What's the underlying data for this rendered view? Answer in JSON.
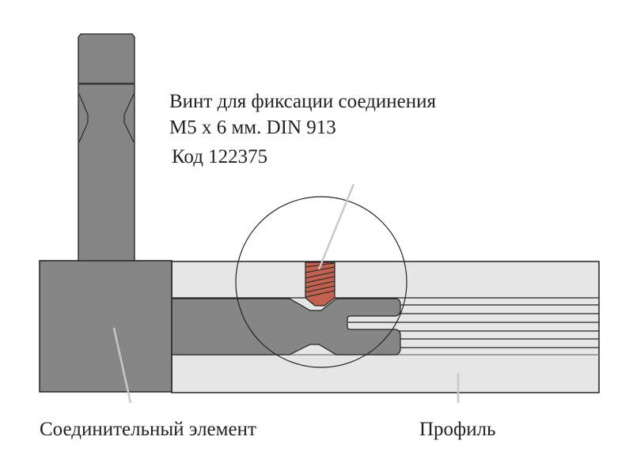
{
  "labels": {
    "screw_line1": "Винт для фиксации соединения",
    "screw_line2": "M5 x 6 мм.  DIN 913",
    "screw_code": "Код 122375",
    "connector": "Соединительный элемент",
    "profile": "Профиль"
  },
  "colors": {
    "connector": "#868686",
    "profile": "#e6e6e6",
    "screw": "#c0624f",
    "leader": "#c8c8c8"
  }
}
